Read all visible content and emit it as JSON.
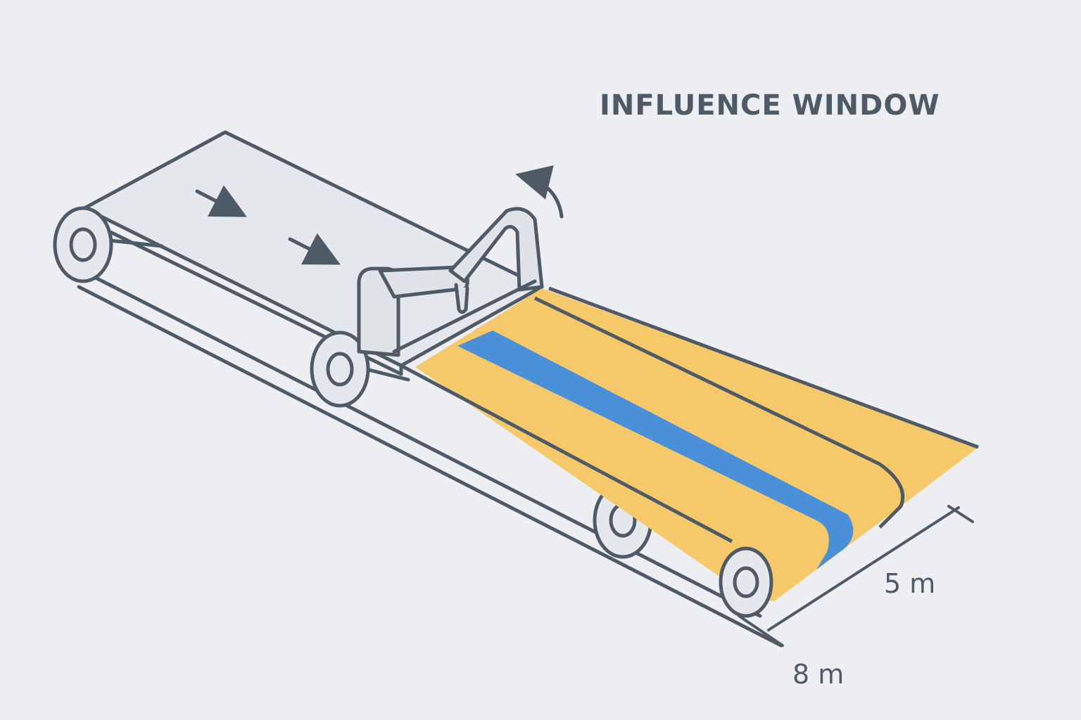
{
  "title": "INFLUENCE WINDOW",
  "dimensions": {
    "width_label": "5 m",
    "length_label": "8 m"
  },
  "icons": {
    "flow_arrows": "arrow-right-down-icon",
    "rotation": "rotate-ccw-icon"
  },
  "colors": {
    "background": "#eceef1",
    "outline": "#4e5a66",
    "window_fill": "#f5c96a",
    "center_stripe": "#4a90d9",
    "machine_fill": "#dfe3e8"
  }
}
